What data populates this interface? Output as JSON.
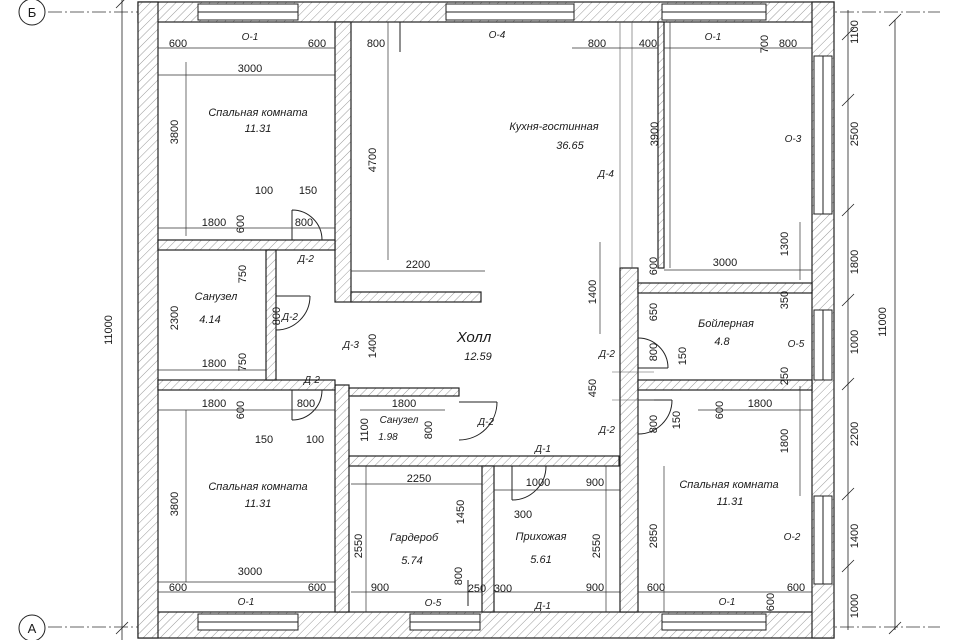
{
  "axes": {
    "top": "Б",
    "bottom": "А"
  },
  "rooms": {
    "bedroom_top_left": {
      "name": "Спальная комната",
      "area": "11.31"
    },
    "kitchen_living": {
      "name": "Кухня-гостинная",
      "area": "36.65"
    },
    "bathroom_left": {
      "name": "Санузел",
      "area": "4.14"
    },
    "hall": {
      "name": "Холл",
      "area": "12.59"
    },
    "boiler": {
      "name": "Бойлерная",
      "area": "4.8"
    },
    "bathroom_small": {
      "name": "Санузел",
      "area": "1.98"
    },
    "bedroom_bottom_left": {
      "name": "Спальная комната",
      "area": "11.31"
    },
    "bedroom_bottom_right": {
      "name": "Спальная комната",
      "area": "11.31"
    },
    "wardrobe": {
      "name": "Гардероб",
      "area": "5.74"
    },
    "entrance": {
      "name": "Прихожая",
      "area": "5.61"
    }
  },
  "dimensions": {
    "d1": "600",
    "d2": "600",
    "d3": "800",
    "d4": "800",
    "d5": "400",
    "d6": "800",
    "d7": "700",
    "d8": "3000",
    "d9": "3800",
    "d10": "4700",
    "d11": "3900",
    "d12": "100",
    "d13": "150",
    "d14": "800",
    "d15": "1800",
    "d16": "600",
    "d17": "2200",
    "d18": "3000",
    "d19": "600",
    "d20": "1300",
    "d21": "750",
    "d22": "2300",
    "d23": "800",
    "d24": "1400",
    "d25": "1400",
    "d26": "650",
    "d27": "350",
    "d28": "750",
    "d29": "1800",
    "d30": "800",
    "d31": "150",
    "d32": "250",
    "d33": "1800",
    "d34": "800",
    "d35": "1800",
    "d36": "600",
    "d37": "1100",
    "d38": "800",
    "d39": "150",
    "d40": "100",
    "d41": "450",
    "d42": "800",
    "d43": "150",
    "d44": "600",
    "d45": "1800",
    "d46": "1800",
    "d47": "2250",
    "d48": "1000",
    "d49": "900",
    "d50": "1450",
    "d51": "300",
    "d52": "3800",
    "d53": "2550",
    "d54": "2550",
    "d55": "2850",
    "d56": "3000",
    "d57": "600",
    "d58": "600",
    "d59": "900",
    "d60": "800",
    "d61": "250",
    "d62": "300",
    "d63": "900",
    "d64": "600",
    "d65": "600",
    "d66": "600",
    "d67": "1100",
    "d68": "2500",
    "d69": "1800",
    "d70": "1000",
    "d71": "2200",
    "d72": "1400",
    "d73": "1000",
    "d74": "11000",
    "d75": "11000"
  },
  "tags": {
    "t1": "О-1",
    "t2": "О-4",
    "t3": "О-1",
    "t4": "О-3",
    "t5": "Д-4",
    "t6": "Д-2",
    "t7": "Д-2",
    "t8": "Д-3",
    "t9": "Д-2",
    "t10": "Д-2",
    "t11": "О-5",
    "t12": "Д-2",
    "t13": "Д-2",
    "t14": "Д-1",
    "t15": "О-2",
    "t16": "О-1",
    "t17": "О-5",
    "t18": "Д-1",
    "t19": "О-1"
  }
}
